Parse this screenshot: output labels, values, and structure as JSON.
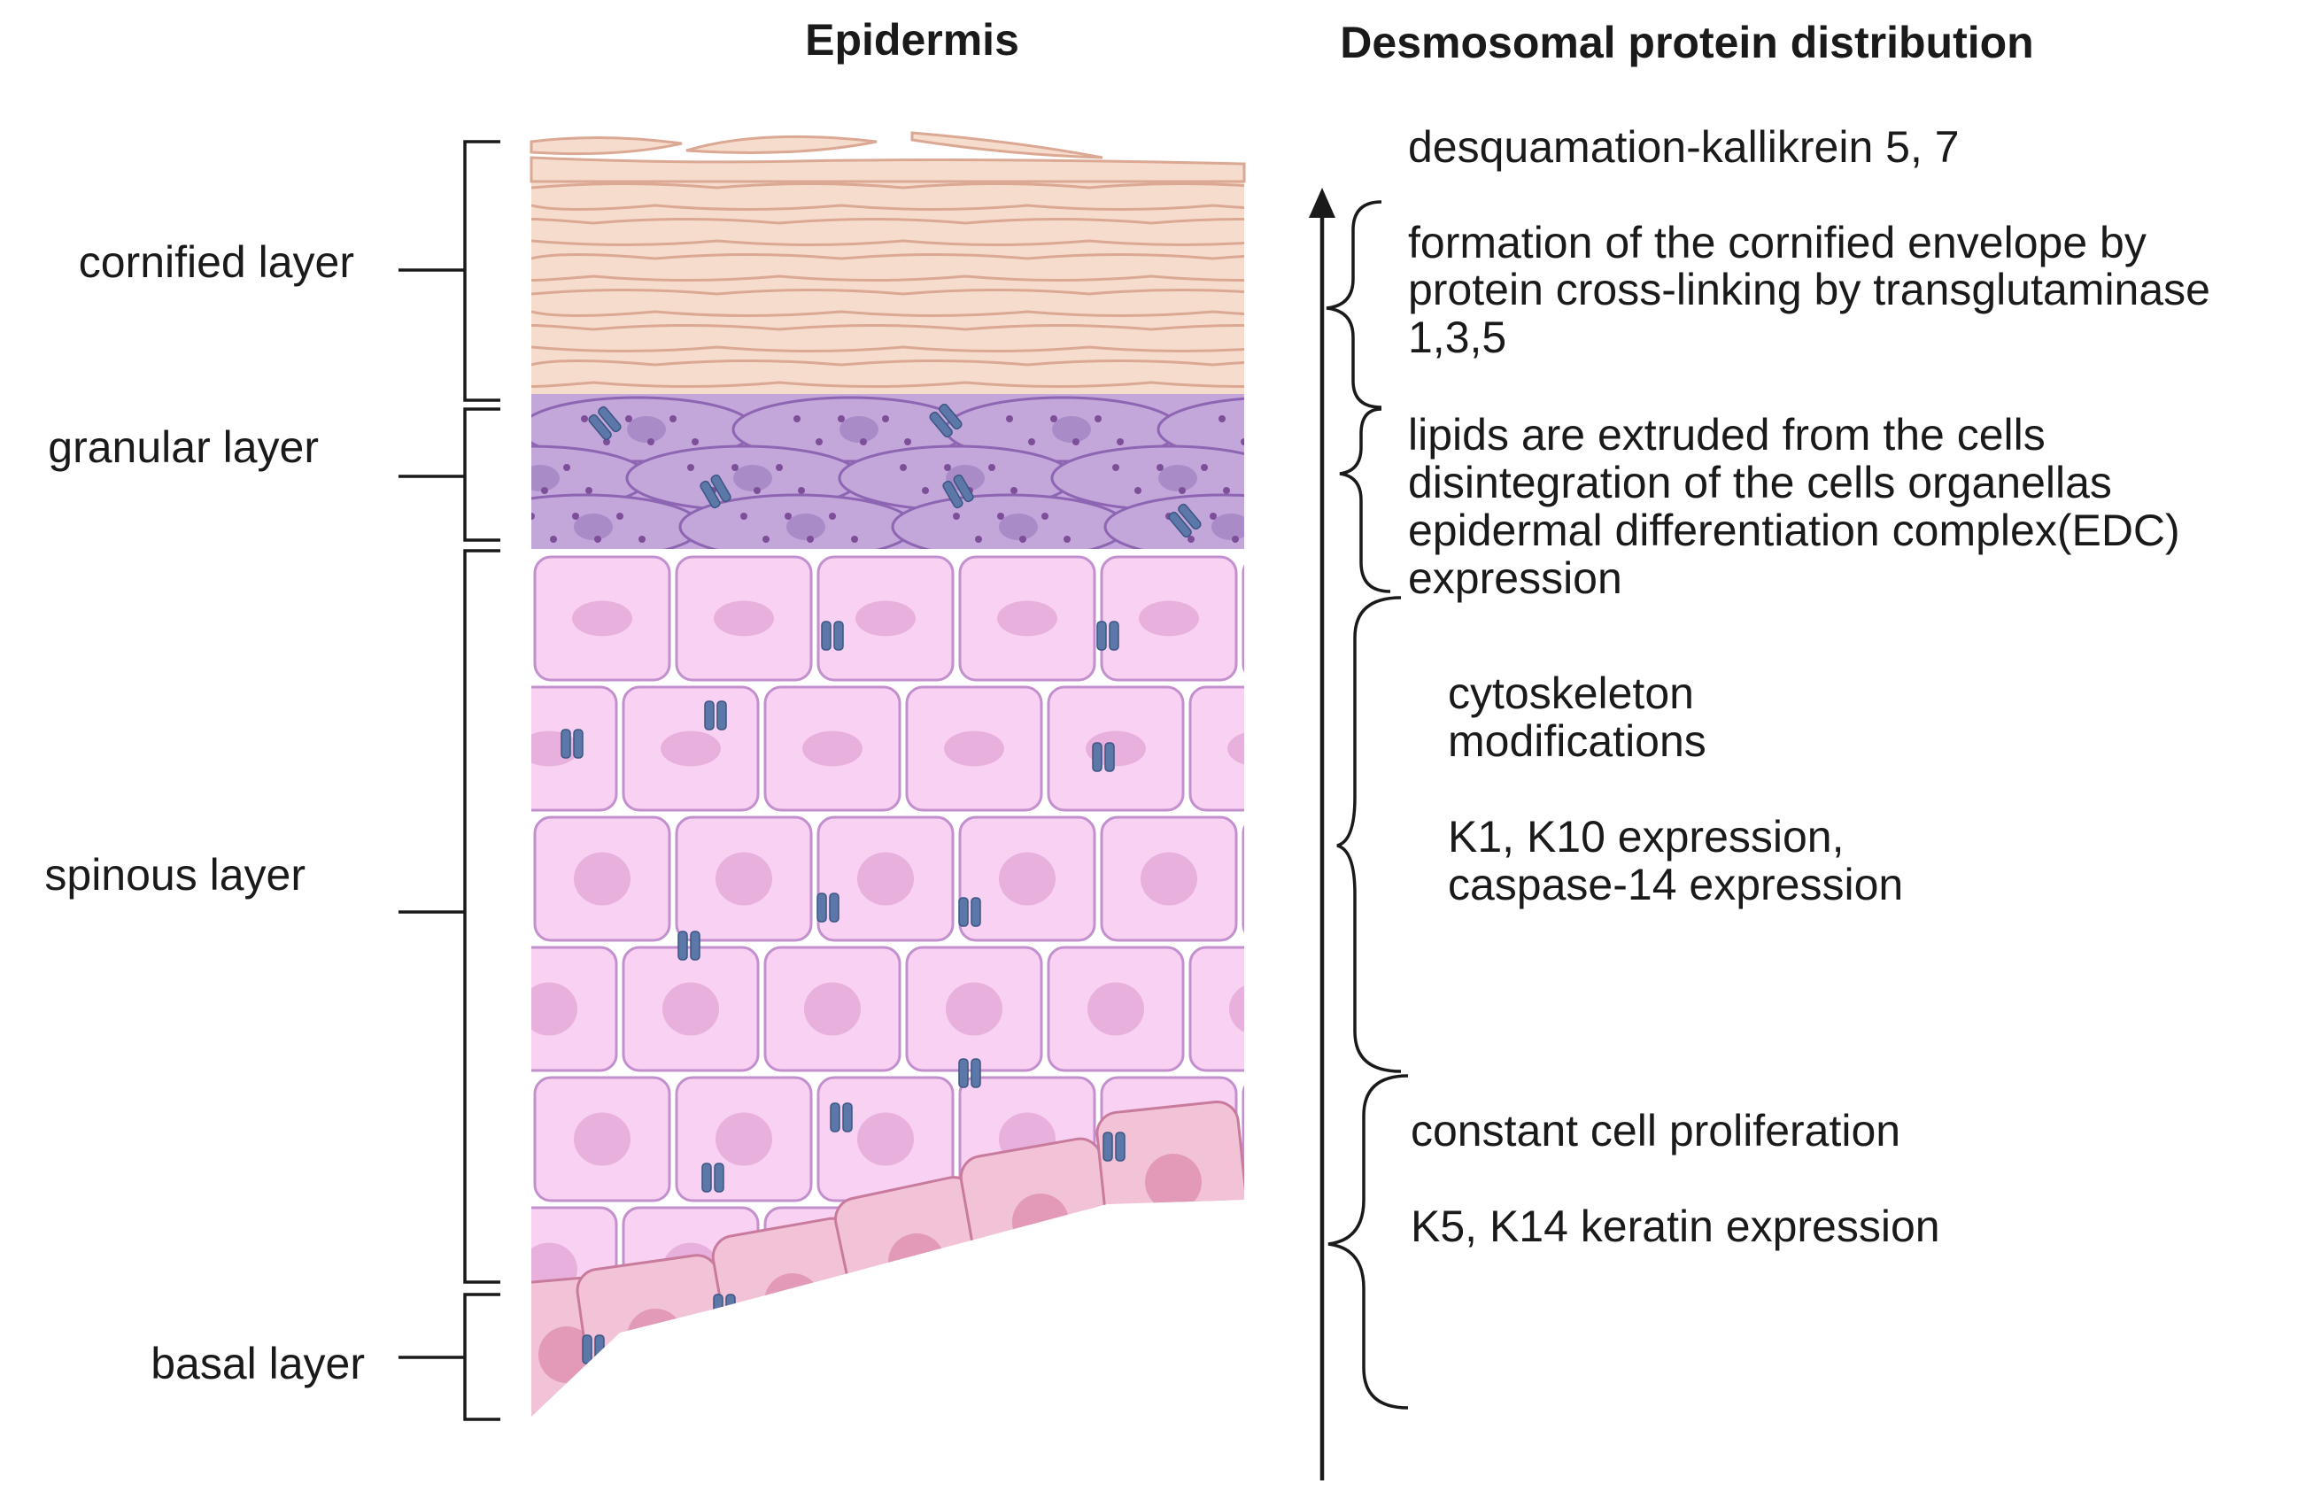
{
  "headers": {
    "epidermis": "Epidermis",
    "distribution": "Desmosomal protein distribution"
  },
  "layers": {
    "cornified": "cornified layer",
    "granular": "granular layer",
    "spinous": "spinous layer",
    "basal": "basal layer"
  },
  "descriptions": {
    "desquamation": "desquamation-kallikrein 5, 7",
    "cornified_envelope": [
      "formation of the cornified envelope by",
      "protein cross-linking by transglutaminase",
      "1,3,5"
    ],
    "granular": [
      "lipids are extruded from the cells",
      "disintegration of the cells organellas",
      "epidermal differentiation complex(EDC)",
      "expression"
    ],
    "spinous_1": [
      "cytoskeleton",
      "modifications"
    ],
    "spinous_2": [
      "K1, K10 expression,",
      "caspase-14 expression"
    ],
    "basal_1": "constant cell proliferation",
    "basal_2": "K5, K14 keratin expression"
  },
  "colors": {
    "cornified_fill": "#f6dccd",
    "cornified_line": "#dba894",
    "granular_fill": "#c3a6da",
    "granular_line": "#8d65b3",
    "spinous_fill": "#f9d2f3",
    "spinous_line": "#c290cc",
    "spinous_nucleus": "#e8b0dc",
    "basal_fill": "#f2c3d6",
    "basal_line": "#c97b9e",
    "basal_nucleus": "#e39ab9",
    "desmosome": "#5c78a8",
    "ink": "#1a1a1a"
  },
  "icons": {
    "arrow": "up-arrow-icon",
    "desmosome": "desmosome-icon"
  }
}
